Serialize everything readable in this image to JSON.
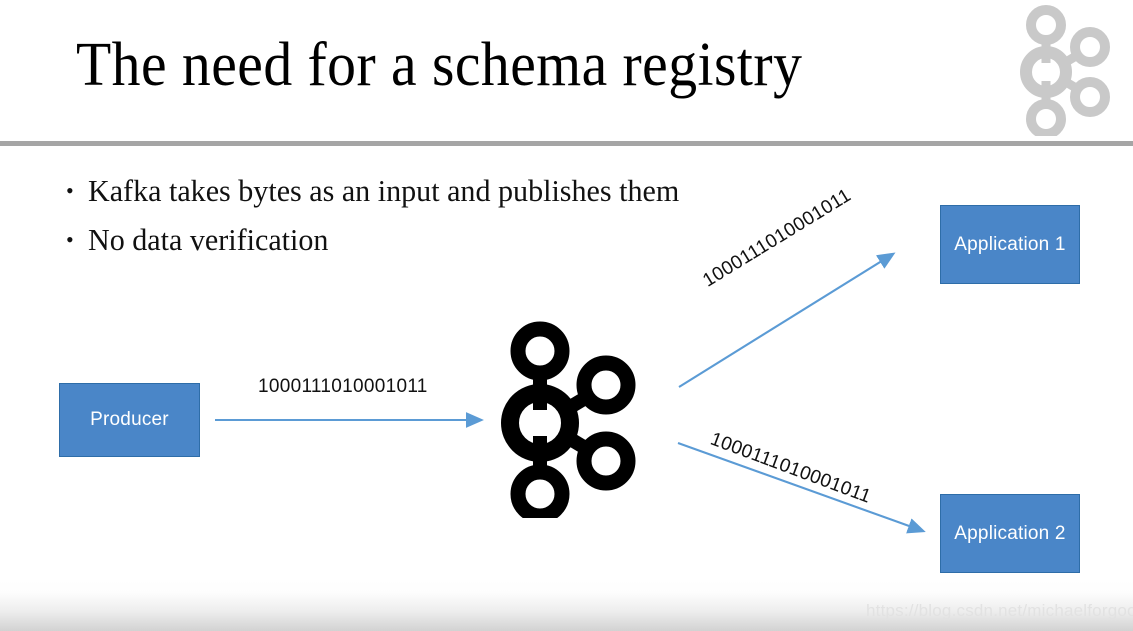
{
  "slide": {
    "title": "The need for a schema registry",
    "bullets": [
      {
        "marker": "•",
        "text": "Kafka takes bytes as an input and publishes them"
      },
      {
        "marker": "•",
        "text": "No data verification"
      }
    ]
  },
  "diagram": {
    "boxes": [
      {
        "id": "producer",
        "label": "Producer"
      },
      {
        "id": "application-1",
        "label": "Application 1"
      },
      {
        "id": "application-2",
        "label": "Application 2"
      }
    ],
    "arrow_labels": {
      "producer_to_broker": "1000111010001011",
      "broker_to_app1": "1000111010001011",
      "broker_to_app2": "1000111010001011"
    },
    "icons": {
      "center_logo": "kafka-logo-icon",
      "header_logo": "kafka-logo-icon"
    }
  },
  "footer": {
    "watermark": "https://blog.csdn.net/michaelforgood"
  },
  "colors": {
    "box_fill": "#4a86c8",
    "box_border": "#2e6da8",
    "arrow": "#5b9bd5",
    "header_rule": "#a5a5a5",
    "header_logo": "#c9c9c9",
    "center_logo": "#000000",
    "watermark": "#e2e2e2"
  }
}
